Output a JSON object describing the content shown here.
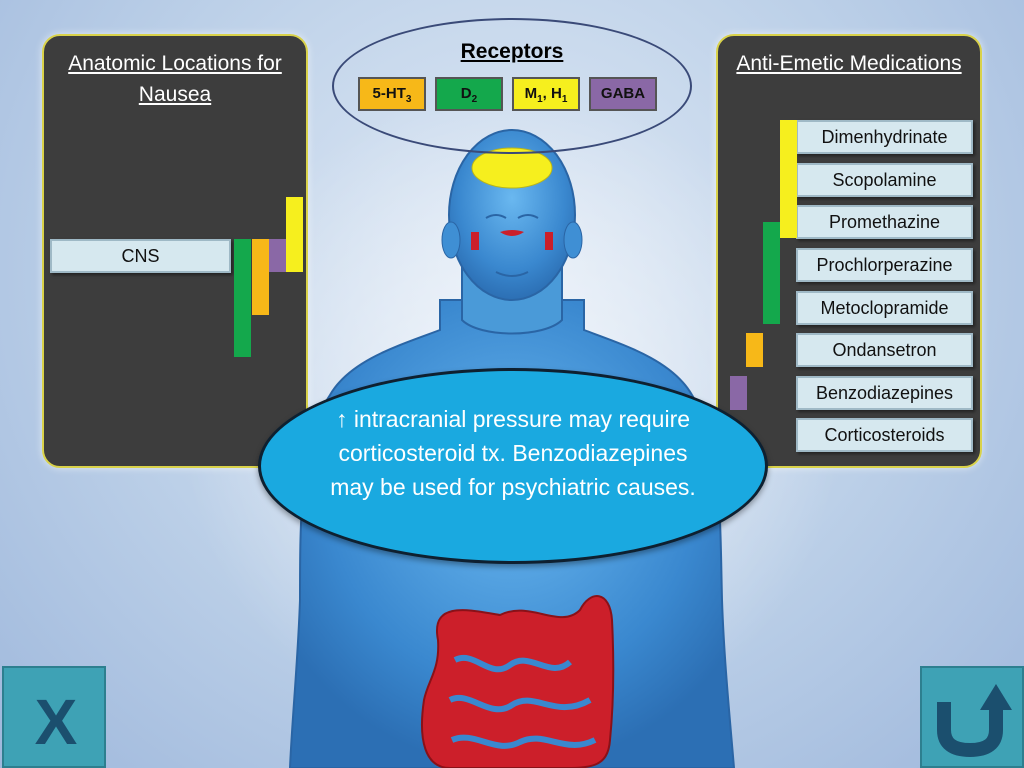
{
  "receptors": {
    "title": "Receptors",
    "items": [
      {
        "id": "5ht3",
        "label": "5-HT",
        "sub": "3",
        "color": "#f7b818"
      },
      {
        "id": "d2",
        "label": "D",
        "sub": "2",
        "color": "#14a84c"
      },
      {
        "id": "m1h1",
        "label_a": "M",
        "sub_a": "1",
        "sep": ", ",
        "label_b": "H",
        "sub_b": "1",
        "color": "#f6ef1e"
      },
      {
        "id": "gaba",
        "label": "GABA",
        "color": "#8a68a6"
      }
    ]
  },
  "left_panel": {
    "title": "Anatomic Locations for Nausea",
    "location_label": "CNS",
    "location_receptors": [
      "d2",
      "5ht3",
      "gaba",
      "m1h1"
    ]
  },
  "right_panel": {
    "title": "Anti-Emetic Medications",
    "medications": [
      {
        "name": "Dimenhydrinate",
        "receptors": [
          "m1h1"
        ]
      },
      {
        "name": "Scopolamine",
        "receptors": [
          "m1h1"
        ]
      },
      {
        "name": "Promethazine",
        "receptors": [
          "m1h1",
          "d2"
        ]
      },
      {
        "name": "Prochlorperazine",
        "receptors": [
          "d2"
        ]
      },
      {
        "name": "Metoclopramide",
        "receptors": [
          "d2"
        ]
      },
      {
        "name": "Ondansetron",
        "receptors": [
          "5ht3"
        ]
      },
      {
        "name": "Benzodiazepines",
        "receptors": [
          "gaba"
        ]
      },
      {
        "name": "Corticosteroids",
        "receptors": []
      }
    ]
  },
  "info": {
    "text": "↑ intracranial pressure may require corticosteroid tx. Benzodiazepines may be used for psychiatric causes."
  },
  "nav": {
    "close_label": "X"
  },
  "colors": {
    "panel_bg": "#3d3d3d",
    "panel_border": "#d9d24a",
    "body_blue": "#3f8fd4",
    "highlight_red": "#cc1f2a",
    "brain_yellow": "#f6ef1e",
    "button_teal": "#3ea2b5"
  },
  "icons": {
    "close": "close-x-icon",
    "back": "u-turn-back-arrow-icon"
  }
}
